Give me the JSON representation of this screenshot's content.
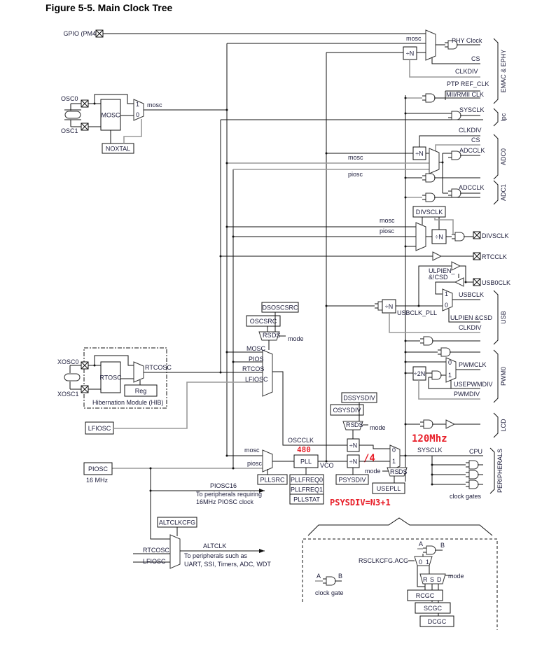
{
  "title": "Figure 5-5. Main Clock Tree",
  "colors": {
    "annotation": "#e8202a",
    "line": "#111111",
    "gray_line": "#9a9a9a"
  },
  "annotations": {
    "pll_freq": "480",
    "vco_div": "/4",
    "sysclk_freq": "120Mhz",
    "psysdiv_formula": "PSYSDIV=N3+1"
  },
  "labels": {
    "gpio_pm4": "GPIO (PM4)",
    "osc0": "OSC0",
    "osc1": "OSC1",
    "mosc_block": "MOSC",
    "noxtal": "NOXTAL",
    "mosc": "mosc",
    "piosc": "piosc",
    "one": "1",
    "zero": "0",
    "xosc0": "XOSC0",
    "xosc1": "XOSC1",
    "rtosc": "RTOSC",
    "rtcosc": "RTCOSC",
    "reg": "Reg",
    "hib": "Hibernation Module (HIB)",
    "lfiosc": "LFIOSC",
    "piosc_block": "PIOSC",
    "piosc_freq": "16 MHz",
    "piosc16": "PIOSC16",
    "piosc16_desc1": "To peripherals requiring",
    "piosc16_desc2": "16MHz PIOSC clock",
    "altclkcfg": "ALTCLKCFG",
    "altclk": "ALTCLK",
    "altclk_desc1": "To peripherals such as",
    "altclk_desc2": "UART, SSI, Timers, ADC, WDT",
    "dsoscsrc": "DSOSCSRC",
    "oscsrc": "OSCSRC",
    "rs": "RS",
    "ds": "DS",
    "mode": "mode",
    "mosc_in": "MOSC",
    "pios_in": "PIOS",
    "rtcos_in": "RTCOS",
    "lfiosc_in": "LFIOSC",
    "oscclk": "OSCCLK",
    "pllsrc": "PLLSRC",
    "pll": "PLL",
    "vco": "VCO",
    "pllfreq0": "PLLFREQ0",
    "pllfreq1": "PLLFREQ1",
    "pllstat": "PLLSTAT",
    "dssysdiv": "DSSYSDIV",
    "osysdiv": "OSYSDIV",
    "psysdiv": "PSYSDIV",
    "usepll": "USEPLL",
    "div_n": "÷N",
    "div_2n": "÷2N",
    "sysclk": "SYSCLK",
    "cpu": "CPU",
    "clock_gates": "clock gates",
    "phy_clock": "PHY Clock",
    "cs": "CS",
    "clkdiv": "CLKDIV",
    "ptp_ref_clk": "PTP REF_CLK",
    "mii_rmii_clk": "MII/RMII CLK",
    "adcclk": "ADCCLK",
    "divsclk": "DIVSCLK",
    "rtcclk": "RTCCLK",
    "ulpien_ncsd1": "ULPIEN_",
    "ulpien_ncsd2": "&!CSD",
    "usb0clk": "USB0CLK",
    "usbclk": "USBCLK",
    "usbclk_pll": "USBCLK_PLL",
    "ulpien_csd": "ULPIEN &CSD",
    "pwmclk": "PWMCLK",
    "usepwmdiv": "USEPWMDIV",
    "pwmdiv": "PWMDIV",
    "a": "A",
    "b": "B",
    "clock_gate": "clock gate",
    "rsclkcfg_acg": "RSCLKCFG.ACG",
    "r": "R",
    "s": "S",
    "d": "D",
    "rcgc": "RCGC",
    "scgc": "SCGC",
    "dcgc": "DCGC"
  },
  "groups": {
    "emac_ephy": "EMAC & EPHY",
    "lpc": "lpc",
    "adc0": "ADC0",
    "adc1": "ADC1",
    "usb": "USB",
    "pwm0": "PWM0",
    "lcd": "LCD",
    "peripherals": "PERIPHERALS"
  }
}
